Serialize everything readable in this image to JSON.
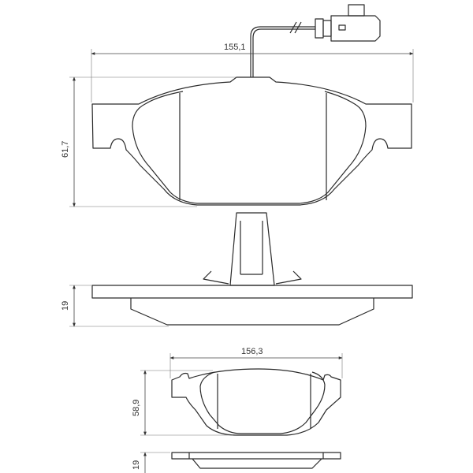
{
  "drawing": {
    "top_width_label": "155,1",
    "top_height_label": "61,7",
    "side_thickness_label": "19",
    "bottom_width_label": "156,3",
    "bottom_height_label": "58,9",
    "bottom_thickness_label": "19"
  }
}
